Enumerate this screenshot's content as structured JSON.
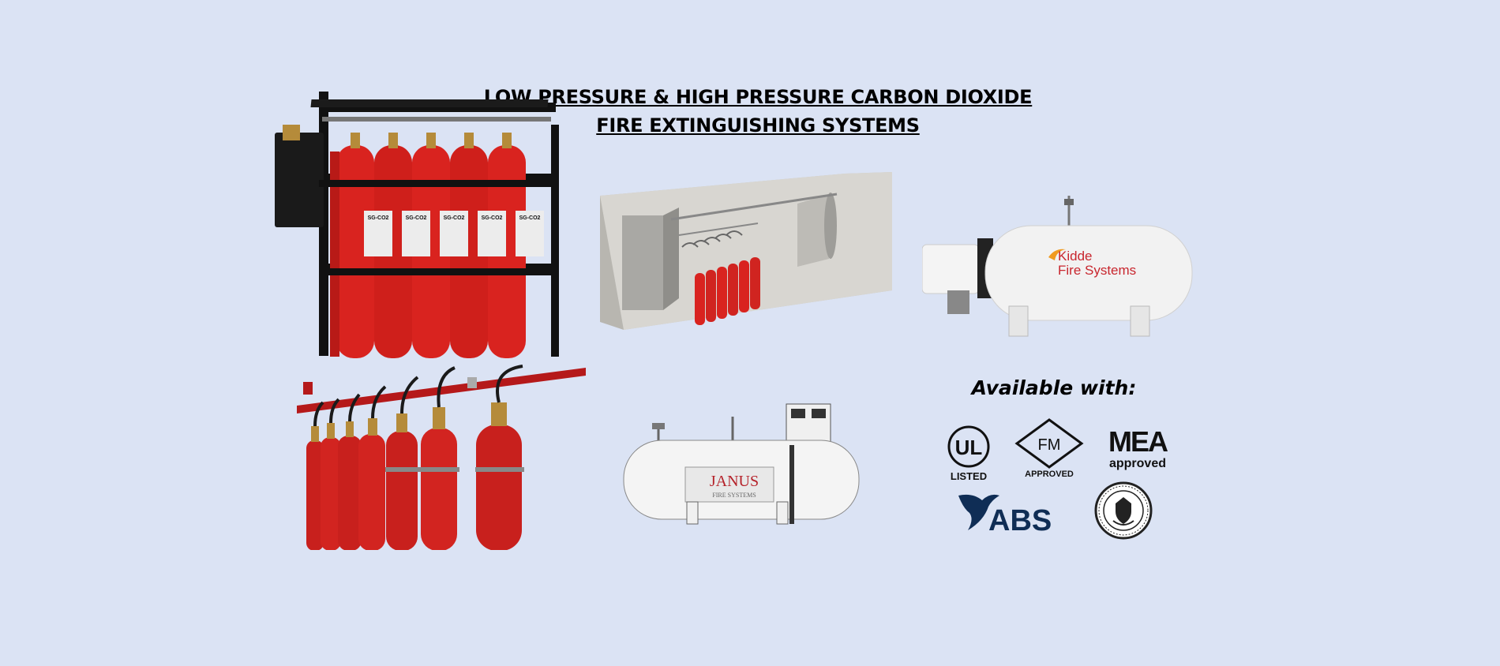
{
  "title": {
    "line1": "LOW PRESSURE & HIGH PRESSURE CARBON DIOXIDE",
    "line2": "FIRE EXTINGUISHING SYSTEMS"
  },
  "available_with": "Available with:",
  "products": {
    "kidde_tank_brand_line1": "Kidde",
    "kidde_tank_brand_line2": "Fire Systems",
    "janus_tank_brand_line1": "JANUS",
    "janus_tank_brand_line2": "FIRE SYSTEMS",
    "cylinder_label": "SG-CO2"
  },
  "certifications": {
    "ul_mark": "UL",
    "ul_caption": "LISTED",
    "fm_mark": "FM",
    "fm_caption": "APPROVED",
    "mea_mark": "MEA",
    "mea_caption": "approved",
    "abs_mark": "ABS",
    "uscg_icon": "coast-guard-seal-icon"
  },
  "colors": {
    "background": "#dbe3f4",
    "cylinder_red": "#d9231f",
    "rack_black": "#111111",
    "tank_white": "#f2f2f2",
    "kidde_red": "#c8262e",
    "abs_navy": "#0f2d55"
  }
}
